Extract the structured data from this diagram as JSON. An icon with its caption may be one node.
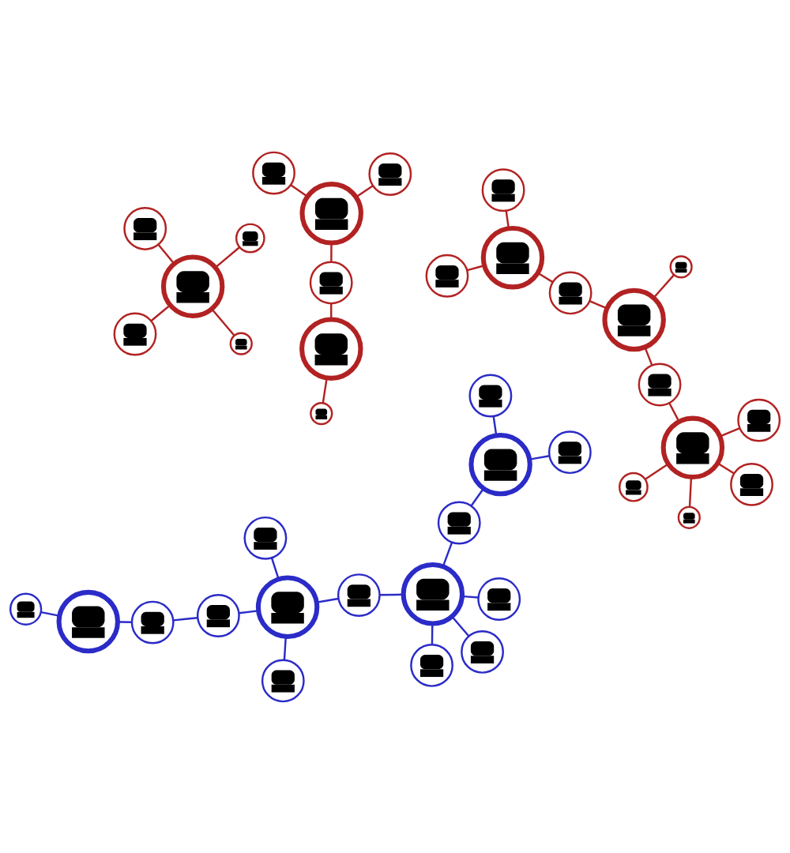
{
  "diagram": {
    "nodes": [
      {
        "text": [],
        "shape": "person"
      },
      {
        "text": [],
        "shape": "person"
      },
      {
        "text": [],
        "shape": "person"
      },
      {
        "text": [],
        "shape": "person"
      },
      {
        "text": [],
        "shape": "person"
      },
      {
        "text": [],
        "shape": "person"
      },
      {
        "text": [],
        "shape": "person"
      },
      {
        "text": [],
        "shape": "person"
      },
      {
        "text": [],
        "shape": "person"
      },
      {
        "text": [],
        "shape": "person"
      },
      {
        "text": [],
        "shape": "person"
      },
      {
        "text": [],
        "shape": "person"
      },
      {
        "text": [],
        "shape": "person"
      },
      {
        "text": [],
        "shape": "person"
      },
      {
        "text": [],
        "shape": "person"
      },
      {
        "text": [],
        "shape": "person"
      },
      {
        "text": [],
        "shape": "person"
      },
      {
        "text": [],
        "shape": "person"
      },
      {
        "text": [],
        "shape": "person"
      },
      {
        "text": [],
        "shape": "person"
      },
      {
        "text": [],
        "shape": "person"
      },
      {
        "text": [],
        "shape": "person"
      },
      {
        "text": [],
        "shape": "person"
      },
      {
        "text": [],
        "shape": "person"
      },
      {
        "text": [],
        "shape": "person"
      },
      {
        "text": [],
        "shape": "person"
      },
      {
        "text": [],
        "shape": "person"
      },
      {
        "text": [],
        "shape": "person"
      },
      {
        "text": [],
        "shape": "person"
      },
      {
        "text": [],
        "shape": "person"
      },
      {
        "text": [],
        "shape": "person"
      },
      {
        "text": [],
        "shape": "person"
      },
      {
        "text": [],
        "shape": "person"
      },
      {
        "text": [],
        "shape": "person"
      },
      {
        "text": [],
        "shape": "person"
      },
      {
        "text": [],
        "shape": "person"
      },
      {
        "text": [],
        "shape": "person"
      },
      {
        "text": [],
        "shape": "person"
      },
      {
        "text": [],
        "shape": "person"
      }
    ],
    "edges": [
      {
        "from": 0,
        "to": 1,
        "arrow": "none",
        "color": "#2b2bc8"
      },
      {
        "from": 0,
        "to": 7,
        "arrow": "none",
        "color": "#2b2bc8"
      },
      {
        "from": 2,
        "to": 7,
        "arrow": "none",
        "color": "#2b2bc8"
      },
      {
        "from": 2,
        "to": 8,
        "arrow": "none",
        "color": "#2b2bc8"
      },
      {
        "from": 8,
        "to": 9,
        "arrow": "none",
        "color": "#2b2bc8"
      },
      {
        "from": 8,
        "to": 13,
        "arrow": "none",
        "color": "#2b2bc8"
      },
      {
        "from": 8,
        "to": 15,
        "arrow": "none",
        "color": "#2b2bc8"
      },
      {
        "from": 15,
        "to": 25,
        "arrow": "none",
        "color": "#2b2bc8"
      },
      {
        "from": 19,
        "to": 25,
        "arrow": "none",
        "color": "#2b2bc8"
      },
      {
        "from": 25,
        "to": 21,
        "arrow": "none",
        "color": "#2b2bc8"
      },
      {
        "from": 25,
        "to": 31,
        "arrow": "none",
        "color": "#2b2bc8"
      },
      {
        "from": 25,
        "to": 30,
        "arrow": "none",
        "color": "#2b2bc8"
      },
      {
        "from": 31,
        "to": 35,
        "arrow": "none",
        "color": "#2b2bc8"
      },
      {
        "from": 35,
        "to": 28,
        "arrow": "none",
        "color": "#2b2bc8"
      },
      {
        "from": 35,
        "to": 37,
        "arrow": "none",
        "color": "#2b2bc8"
      },
      {
        "from": 4,
        "to": 6,
        "arrow": "none"
      },
      {
        "from": 6,
        "to": 11,
        "arrow": "none"
      },
      {
        "from": 3,
        "to": 5,
        "arrow": "none"
      },
      {
        "from": 5,
        "to": 10,
        "arrow": "none"
      },
      {
        "from": 5,
        "to": 16,
        "arrow": "none"
      },
      {
        "from": 12,
        "to": 11,
        "arrow": "none"
      },
      {
        "from": 12,
        "to": 14,
        "arrow": "none"
      },
      {
        "from": 12,
        "to": 17,
        "arrow": "none"
      },
      {
        "from": 18,
        "to": 23,
        "arrow": "none"
      },
      {
        "from": 20,
        "to": 23,
        "arrow": "none"
      },
      {
        "from": 23,
        "to": 24,
        "arrow": "none"
      },
      {
        "from": 23,
        "to": 29,
        "arrow": "none"
      },
      {
        "from": 16,
        "to": 27,
        "arrow": "none"
      },
      {
        "from": 22,
        "to": 27,
        "arrow": "none"
      },
      {
        "from": 27,
        "to": 32,
        "arrow": "none"
      },
      {
        "from": 32,
        "to": 34,
        "arrow": "none"
      },
      {
        "from": 26,
        "to": 34,
        "arrow": "none"
      },
      {
        "from": 33,
        "to": 34,
        "arrow": "none"
      },
      {
        "from": 34,
        "to": 36,
        "arrow": "none"
      },
      {
        "from": 34,
        "to": 38,
        "arrow": "none"
      }
    ]
  }
}
